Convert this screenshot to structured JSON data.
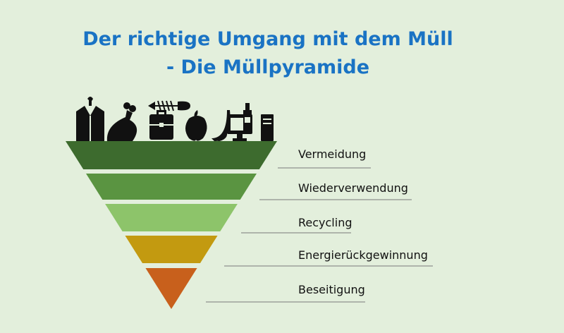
{
  "title": {
    "line1": "Der richtige Umgang mit dem Müll",
    "line2": "- Die Müllpyramide"
  },
  "levels": [
    {
      "label": "Vermeidung",
      "color": "#3d6b2e"
    },
    {
      "label": "Wiederverwendung",
      "color": "#5a9441"
    },
    {
      "label": "Recycling",
      "color": "#8dc46a"
    },
    {
      "label": "Energierückgewinnung",
      "color": "#c39a10"
    },
    {
      "label": "Beseitigung",
      "color": "#c8601c"
    }
  ],
  "icons": [
    "jacket-icon",
    "chicken-leg-icon",
    "briefcase-icon",
    "fish-bone-icon",
    "apple-icon",
    "banana-icon",
    "computer-icon",
    "bottle-icon"
  ]
}
